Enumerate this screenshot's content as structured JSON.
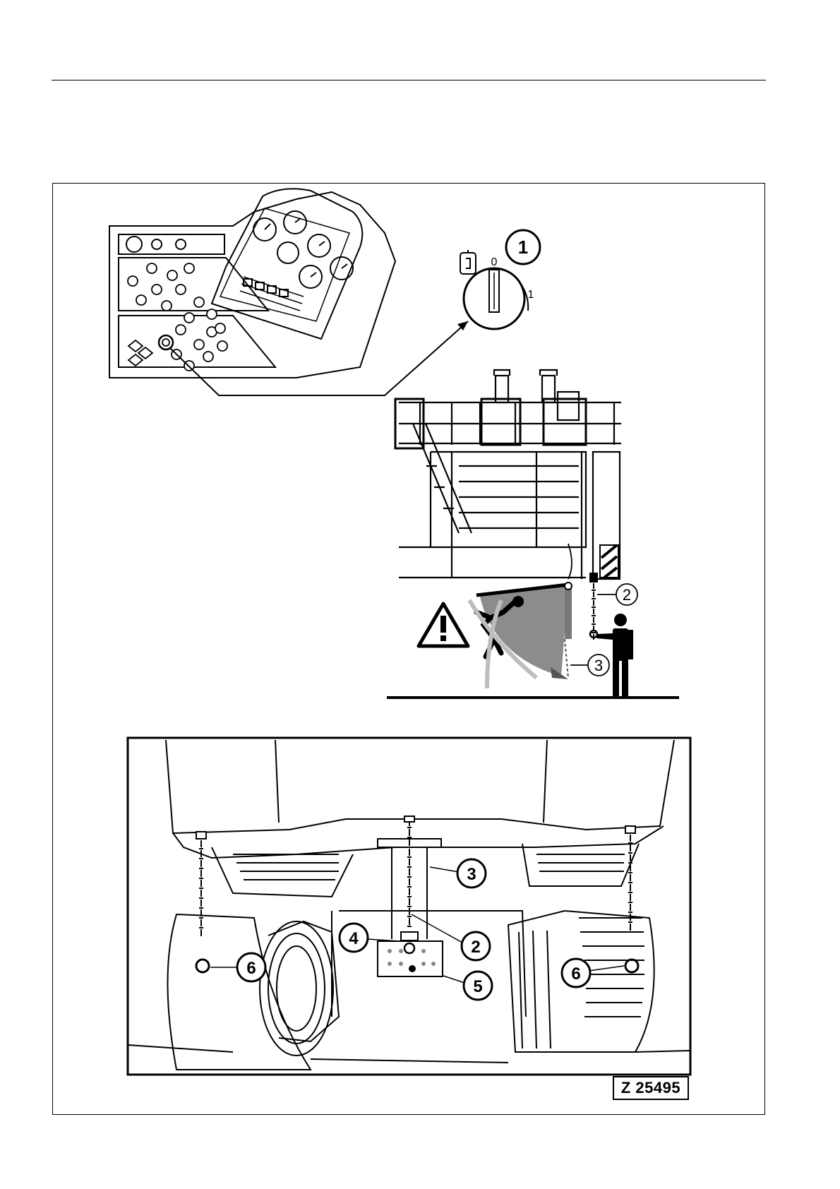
{
  "figure": {
    "reference": "Z 25495",
    "switch": {
      "callout": "1",
      "position_off": "0",
      "position_on": "1"
    },
    "middle_callouts": [
      "2",
      "3"
    ],
    "bottom_callouts": [
      "3",
      "2",
      "4",
      "5",
      "6",
      "6"
    ]
  },
  "icons": [
    "warning-icon",
    "person-icon",
    "falling-person-icon"
  ],
  "colors": {
    "line": "#000000",
    "fill_gray": "#8c8c8c",
    "light_gray": "#bdbdbd"
  }
}
